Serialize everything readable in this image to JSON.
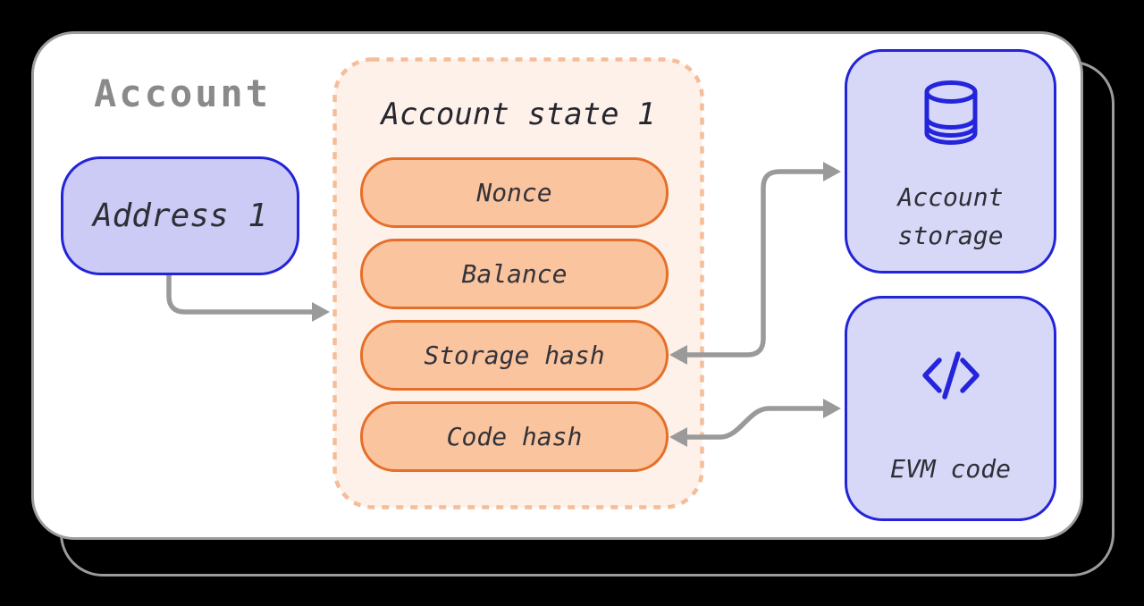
{
  "title": "Account",
  "address_box": {
    "label": "Address 1"
  },
  "account_state": {
    "title": "Account state 1",
    "fields": [
      "Nonce",
      "Balance",
      "Storage hash",
      "Code hash"
    ]
  },
  "storage_box": {
    "line1": "Account",
    "line2": "storage",
    "icon": "database-icon"
  },
  "evm_box": {
    "label": "EVM code",
    "icon": "code-icon"
  },
  "connections": [
    {
      "from": "address-box",
      "to": "account-state-box",
      "type": "one-way"
    },
    {
      "from": "storage-hash-pill",
      "to": "account-storage-box",
      "type": "two-way"
    },
    {
      "from": "code-hash-pill",
      "to": "evm-code-box",
      "type": "two-way"
    }
  ],
  "colors": {
    "background": "#000000",
    "card_fill": "#ffffff",
    "card_border": "#9c9c9c",
    "title_gray": "#8a8a8a",
    "accent_blue": "#2323d8",
    "side_box_fill": "#d7d7f8",
    "address_fill": "#cbcbf5",
    "state_fill": "#fdf1ea",
    "state_dash": "#f5bd98",
    "pill_fill": "#fac49e",
    "pill_border": "#e56f28",
    "arrow_gray": "#9a9a9a",
    "text_dark": "#2e2e36"
  }
}
